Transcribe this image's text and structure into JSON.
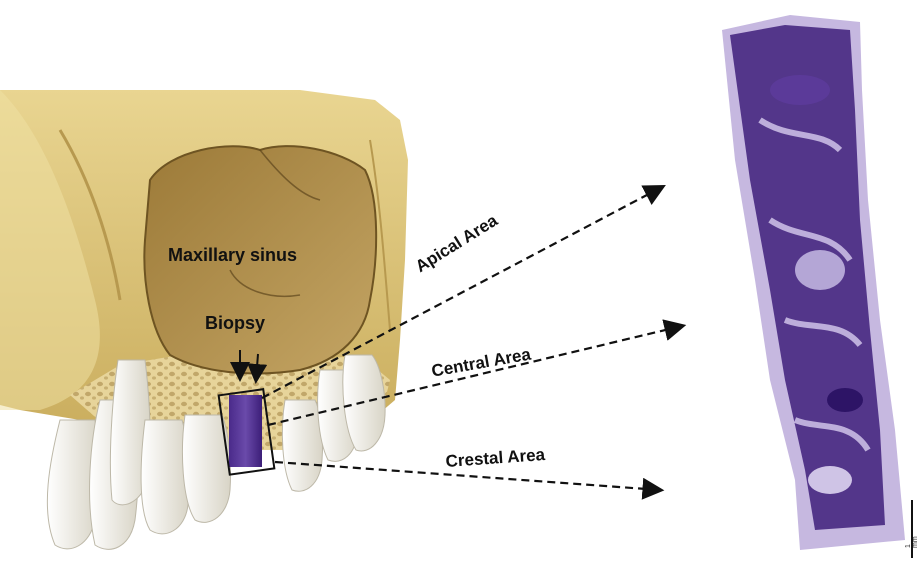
{
  "labels": {
    "maxillary_sinus": "Maxillary sinus",
    "biopsy": "Biopsy",
    "apical_area": "Apical Area",
    "central_area": "Central Area",
    "crestal_area": "Crestal Area",
    "scale_bar": "1 mm"
  },
  "colors": {
    "bone": "#d9c486",
    "bone_light": "#efe2a8",
    "sinus_cavity": "#b89a55",
    "tooth": "#f4f2ea",
    "tissue_dark": "#3e1f7a",
    "tissue_mid": "#6b4aa8",
    "tissue_light": "#c9bde0"
  }
}
